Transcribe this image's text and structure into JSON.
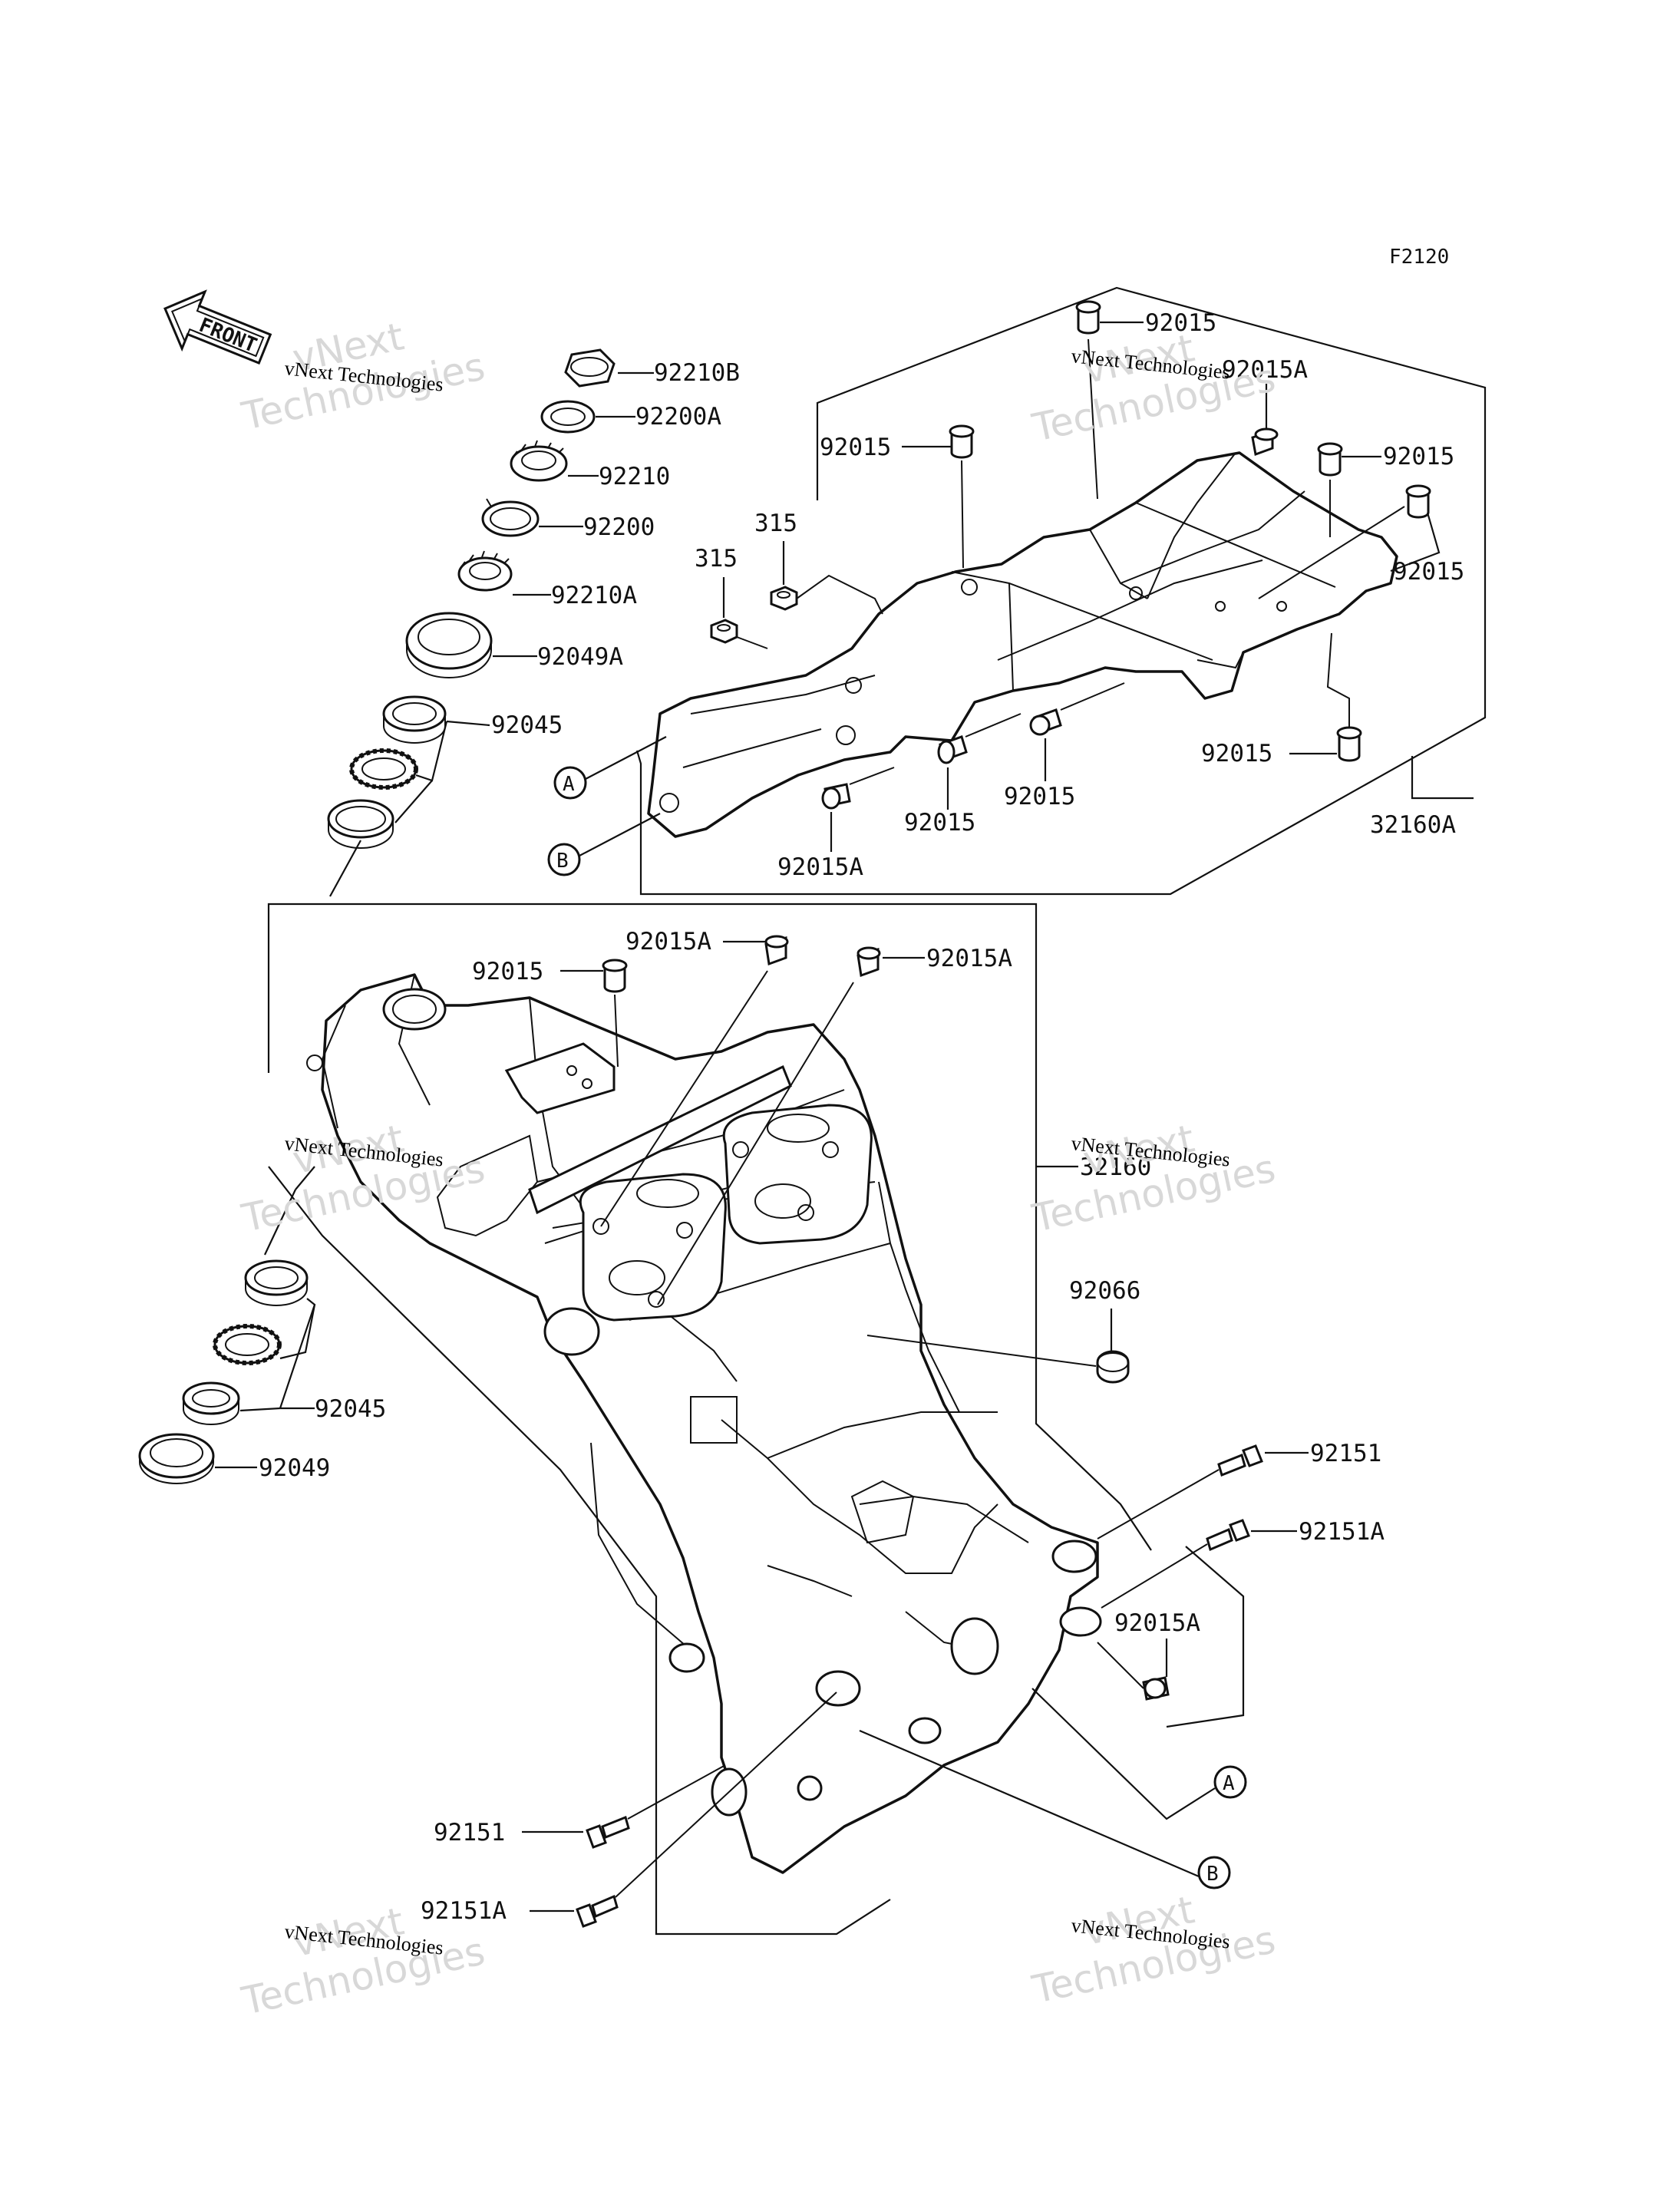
{
  "figure_code": "F2120",
  "front_label": "FRONT",
  "watermark": {
    "line": "vNext Technologies",
    "big1": "vNext",
    "big2": "Technologies"
  },
  "callouts": {
    "nut_92210B": "92210B",
    "washer_92200A": "92200A",
    "nut_92210": "92210",
    "washer_92200": "92200",
    "nut_92210A": "92210A",
    "seal_92049A": "92049A",
    "bearing_92045_upper": "92045",
    "bearing_92045_lower": "92045",
    "seal_92049": "92049",
    "nut_315_left": "315",
    "nut_315_right": "315",
    "sub_92015_top": "92015",
    "sub_92015A_top": "92015A",
    "sub_92015_left": "92015",
    "sub_92015_right1": "92015",
    "sub_92015_right2": "92015",
    "sub_92015_bottom_right": "92015",
    "sub_92015_mid1": "92015",
    "sub_92015_mid2": "92015",
    "sub_92015A_bottom": "92015A",
    "subframe_32160A": "32160A",
    "frame_92015": "92015",
    "frame_92015A_1": "92015A",
    "frame_92015A_2": "92015A",
    "frame_32160": "32160",
    "cap_92066": "92066",
    "bolt_92151_right": "92151",
    "bolt_92151A_right": "92151A",
    "collar_92015A_lower": "92015A",
    "bolt_92151_left": "92151",
    "bolt_92151A_left": "92151A",
    "ref_A_top": "A",
    "ref_B_top": "B",
    "ref_A_bottom": "A",
    "ref_B_bottom": "B"
  }
}
